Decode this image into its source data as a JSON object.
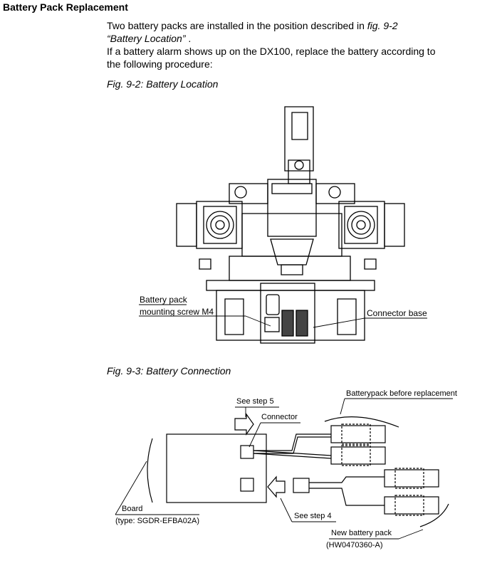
{
  "heading": "Battery Pack Replacement",
  "intro": {
    "line1_pre": "Two battery packs are installed in the position described in ",
    "line1_ref": "fig. 9-2",
    "line2_ref": "“Battery Location”",
    "line2_post": "  .",
    "line3": "If a battery alarm shows up on the DX100, replace the battery according to",
    "line4": "the following procedure:"
  },
  "figures": {
    "fig1_caption": "Fig. 9-2: Battery Location",
    "fig2_caption": "Fig. 9-3: Battery Connection"
  },
  "fig1_labels": {
    "screw_line1": "Battery pack",
    "screw_line2": "mounting screw M4",
    "connector_base": "Connector base"
  },
  "fig2_labels": {
    "see_step5": "See step 5",
    "connector": "Connector",
    "pack_before": "Batterypack before replacement",
    "board": "Board",
    "board_type": "(type: SGDR-EFBA02A)",
    "see_step4": "See step 4",
    "new_pack": "New battery pack",
    "new_pack_code": "(HW0470360-A)"
  }
}
